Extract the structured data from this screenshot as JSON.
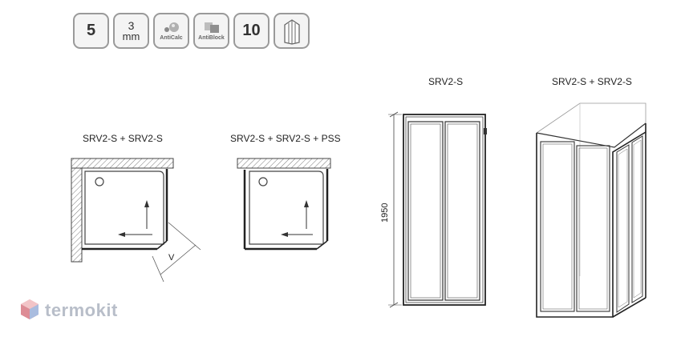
{
  "badges": {
    "thickness": "5",
    "profile_value": "3",
    "profile_unit": "mm",
    "anticalc": "AntiCalc",
    "antiblock": "AntiBlock",
    "warranty": "10"
  },
  "diagrams": {
    "plan_corner": "SRV2-S + SRV2-S",
    "plan_pss": "SRV2-S + SRV2-S + PSS",
    "front_view": "SRV2-S",
    "iso_view": "SRV2-S + SRV2-S",
    "height_dim": "1950",
    "width_dim": "V"
  },
  "watermark": {
    "text": "termokit"
  }
}
